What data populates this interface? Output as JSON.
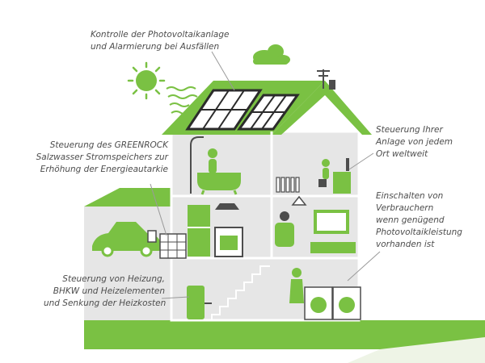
{
  "colors": {
    "accent": "#7ac143",
    "house_fill": "#e6e6e6",
    "dark_gray": "#4d4d4d",
    "panel_frame": "#2b2b2b",
    "ground": "#7ac143"
  },
  "icons": [
    "sun-icon",
    "cloud-icon",
    "antenna-icon",
    "solar-panel-icon",
    "car-icon",
    "person-icon",
    "tv-icon",
    "laptop-icon",
    "washing-machine-icon",
    "boiler-icon",
    "bathtub-icon",
    "storage-battery-icon"
  ],
  "callouts": {
    "monitoring": [
      "Kontrolle der Photovoltaikanlage",
      "und Alarmierung bei Ausfällen"
    ],
    "storage": [
      "Steuerung des GREENROCK",
      "Salzwasser Stromspeichers zur",
      "Erhöhung der Energieautarkie"
    ],
    "remote": [
      "Steuerung Ihrer",
      "Anlage von jedem",
      "Ort weltweit"
    ],
    "consumers": [
      "Einschalten von",
      "Verbrauchern",
      "wenn genügend",
      "Photovoltaikleistung",
      "vorhanden ist"
    ],
    "heating": [
      "Steuerung von Heizung,",
      "BHKW und Heizelementen",
      "und Senkung der Heizkosten"
    ]
  }
}
